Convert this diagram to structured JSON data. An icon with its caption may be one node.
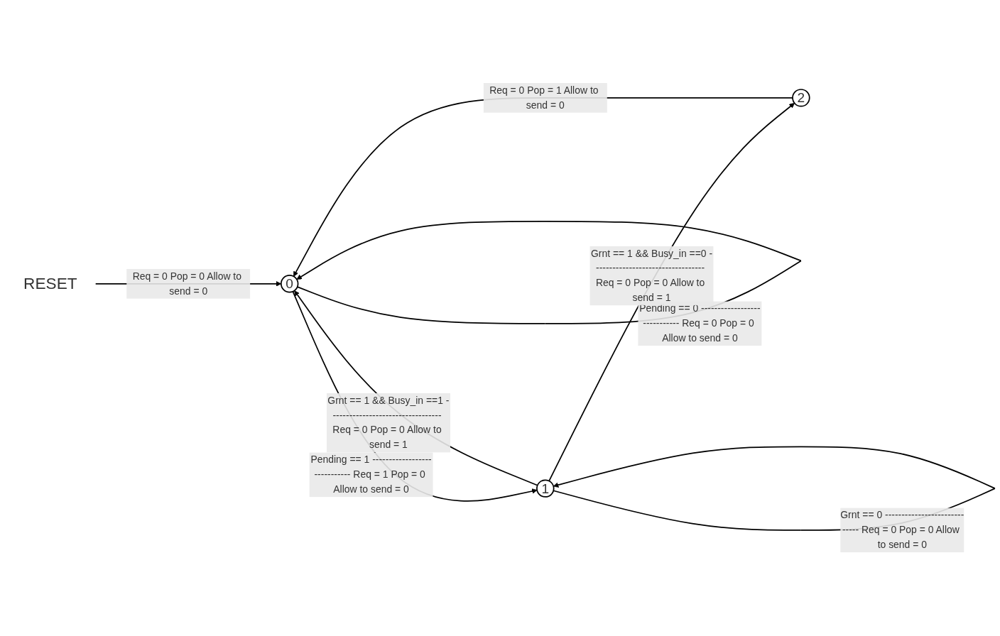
{
  "diagram": {
    "nodes": [
      {
        "text": [
          "RESET"
        ]
      },
      {
        "text": [
          "0"
        ]
      },
      {
        "text": [
          "1"
        ]
      },
      {
        "text": [
          "2"
        ]
      }
    ],
    "edges": [
      {
        "from": 0,
        "to": 1,
        "arrow": "to",
        "label": "Req = 0 Pop = 0 Allow to send = 0"
      },
      {
        "from": 1,
        "to": 1,
        "arrow": "to",
        "label": "Pending == 0 ----------------------------- Req = 0 Pop = 0 Allow to send = 0"
      },
      {
        "from": 1,
        "to": 2,
        "arrow": "to",
        "label": "Pending == 1 ----------------------------- Req = 1 Pop = 0 Allow to send = 0"
      },
      {
        "from": 2,
        "to": 2,
        "arrow": "to",
        "label": "Grnt == 0 ----------------------------- Req = 0 Pop = 0 Allow to send = 0"
      },
      {
        "from": 2,
        "to": 1,
        "arrow": "to",
        "label": "Grnt == 1 && Busy_in ==1 ---------------------------------- Req = 0 Pop = 0 Allow to send = 1"
      },
      {
        "from": 2,
        "to": 3,
        "arrow": "to",
        "label": "Grnt == 1 && Busy_in ==0 ---------------------------------- Req = 0 Pop = 0 Allow to send = 1"
      },
      {
        "from": 3,
        "to": 1,
        "arrow": "to",
        "label": "Req = 0 Pop = 1 Allow to send = 0"
      }
    ]
  }
}
